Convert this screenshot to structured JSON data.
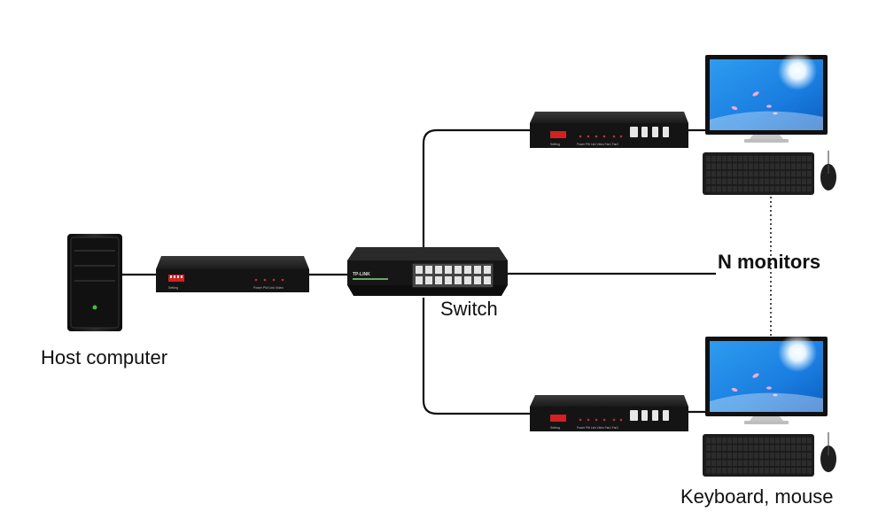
{
  "labels": {
    "host": "Host computer",
    "switch": "Switch",
    "monitors": "N monitors",
    "peripherals": "Keyboard, mouse"
  },
  "switch_brand": "TP-LINK",
  "transmitter_labels": {
    "setting": "Setting",
    "leds": "Power  PW    Link  Video"
  },
  "receiver_labels": {
    "setting": "Setting",
    "leds": "Power  PW  Link  Video    Fan1  Fan2"
  },
  "colors": {
    "device_body": "#161616",
    "cable": "#111111",
    "dip_switch": "#d42020",
    "screen_sky": "#1a86e8",
    "led": "#c03030"
  }
}
